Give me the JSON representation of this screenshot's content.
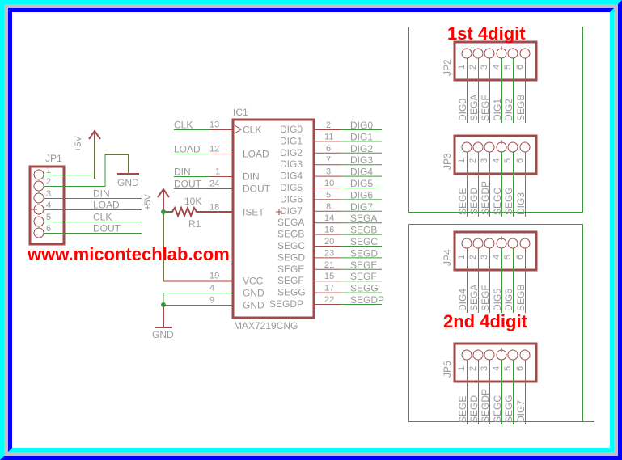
{
  "title_labels": {
    "first_group": "1st 4digit",
    "second_group": "2nd 4digit",
    "website": "www.micontechlab.com"
  },
  "colors": {
    "wire": "#3a9a3a",
    "part": "#a04a4a",
    "text": "#9a9a9a",
    "accent_text": "#ff0000",
    "frame_outer_light": "#00ffff",
    "frame_dark": "#0000ff",
    "frame_mid": "#c0c0c0"
  },
  "jp1": {
    "name": "JP1",
    "pins": [
      "1",
      "2",
      "3",
      "4",
      "5",
      "6"
    ],
    "signals": [
      "DIN",
      "LOAD",
      "CLK",
      "DOUT"
    ],
    "power_label": "+5V",
    "ground_label": "GND"
  },
  "ic1": {
    "name": "IC1",
    "part": "MAX7219CNG",
    "left_pins": [
      {
        "signal": "CLK",
        "num": "13",
        "inner": "CLK"
      },
      {
        "signal": "LOAD",
        "num": "12",
        "inner": "LOAD"
      },
      {
        "signal": "DIN",
        "num": "1",
        "inner": "DIN"
      },
      {
        "signal": "DOUT",
        "num": "24",
        "inner": "DOUT"
      },
      {
        "signal": "",
        "num": "18",
        "inner": "ISET"
      },
      {
        "signal": "",
        "num": "19",
        "inner": "VCC"
      },
      {
        "signal": "",
        "num": "4",
        "inner": "GND"
      },
      {
        "signal": "",
        "num": "9",
        "inner": "GND"
      }
    ],
    "right_pins": [
      {
        "inner": "DIG0",
        "num": "2",
        "signal": "DIG0"
      },
      {
        "inner": "DIG1",
        "num": "11",
        "signal": "DIG1"
      },
      {
        "inner": "DIG2",
        "num": "6",
        "signal": "DIG2"
      },
      {
        "inner": "DIG3",
        "num": "7",
        "signal": "DIG3"
      },
      {
        "inner": "DIG4",
        "num": "3",
        "signal": "DIG4"
      },
      {
        "inner": "DIG5",
        "num": "10",
        "signal": "DIG5"
      },
      {
        "inner": "DIG6",
        "num": "5",
        "signal": "DIG6"
      },
      {
        "inner": "DIG7",
        "num": "8",
        "signal": "DIG7"
      },
      {
        "inner": "SEGA",
        "num": "14",
        "signal": "SEGA"
      },
      {
        "inner": "SEGB",
        "num": "16",
        "signal": "SEGB"
      },
      {
        "inner": "SEGC",
        "num": "20",
        "signal": "SEGC"
      },
      {
        "inner": "SEGD",
        "num": "23",
        "signal": "SEGD"
      },
      {
        "inner": "SEGE",
        "num": "21",
        "signal": "SEGE"
      },
      {
        "inner": "SEGF",
        "num": "15",
        "signal": "SEGF"
      },
      {
        "inner": "SEGG",
        "num": "17",
        "signal": "SEGG"
      },
      {
        "inner": "SEGDP",
        "num": "22",
        "signal": "SEGDP"
      }
    ]
  },
  "r1": {
    "name": "R1",
    "value": "10K",
    "power_label": "+5V"
  },
  "gnd_bottom": "GND",
  "connectors": [
    {
      "name": "JP2",
      "pins": [
        "1",
        "2",
        "3",
        "4",
        "5",
        "6"
      ],
      "signals": [
        "DIG0",
        "SEGA",
        "SEGF",
        "DIG1",
        "DIG2",
        "SEGB"
      ]
    },
    {
      "name": "JP3",
      "pins": [
        "1",
        "2",
        "3",
        "4",
        "5",
        "6"
      ],
      "signals": [
        "SEGE",
        "SEGD",
        "SEGDP",
        "SEGC",
        "SEGG",
        "DIG3"
      ]
    },
    {
      "name": "JP4",
      "pins": [
        "1",
        "2",
        "3",
        "4",
        "5",
        "6"
      ],
      "signals": [
        "DIG4",
        "SEGA",
        "SEGF",
        "DIG5",
        "DIG6",
        "SEGB"
      ]
    },
    {
      "name": "JP5",
      "pins": [
        "1",
        "2",
        "3",
        "4",
        "5",
        "6"
      ],
      "signals": [
        "SEGE",
        "SEGD",
        "SEGDP",
        "SEGC",
        "SEGG",
        "DIG7"
      ]
    }
  ]
}
